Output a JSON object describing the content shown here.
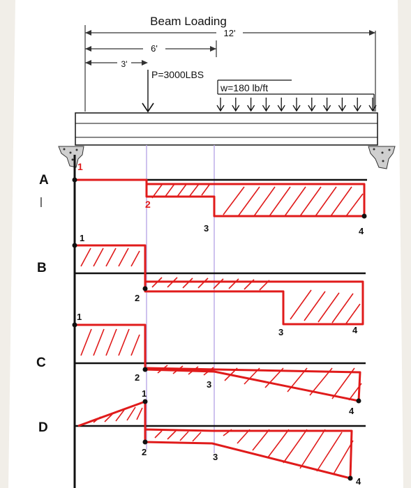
{
  "title": "Beam Loading",
  "dimensions": {
    "span_total": "12'",
    "span_mid": "6'",
    "span_load": "3'"
  },
  "loads": {
    "point_load": "P=3000LBS",
    "distributed_load": "w=180 lb/ft"
  },
  "diagrams": [
    {
      "label": "A",
      "sublabel": "|",
      "points": [
        "1",
        "2",
        "3",
        "4"
      ]
    },
    {
      "label": "B",
      "points": [
        "1",
        "2",
        "3",
        "4"
      ]
    },
    {
      "label": "C",
      "points": [
        "1",
        "2",
        "3",
        "4"
      ]
    },
    {
      "label": "D",
      "points": [
        "1",
        "2",
        "3",
        "4"
      ]
    }
  ],
  "colors": {
    "diagram_line": "#e01b1b",
    "guide_line": "#b9a9e6",
    "ink": "#111111"
  }
}
